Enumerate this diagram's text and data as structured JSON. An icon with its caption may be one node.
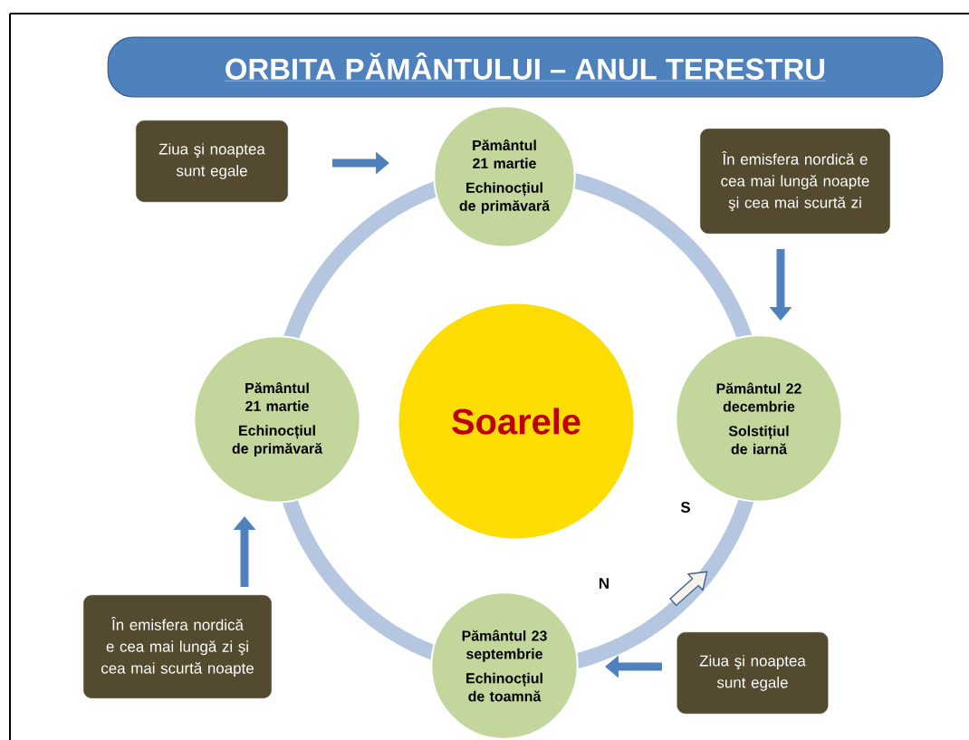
{
  "diagram": {
    "title": "ORBITA PĂMÂNTULUI – ANUL TERESTRU",
    "nodes": [
      {
        "text": [
          "Soarele"
        ]
      },
      {
        "text": [
          "Pământul 21 martie",
          "Echinocțiul de primăvară"
        ]
      },
      {
        "text": [
          "Pământul 22 decembrie",
          "Solstițiul de iarnă"
        ]
      },
      {
        "text": [
          "Pământul 23 septembrie",
          "Echinocțiul de toamnă"
        ]
      },
      {
        "text": [
          "Pământul 21 martie",
          "Echinocțiul de primăvară"
        ]
      },
      {
        "text": [
          "Ziua şi noaptea sunt egale"
        ]
      },
      {
        "text": [
          "În emisfera nordică e cea mai lungă noapte şi cea mai scurtă zi"
        ]
      },
      {
        "text": [
          "Ziua şi noaptea sunt egale"
        ]
      },
      {
        "text": [
          "În emisfera nordică e cea mai lungă zi şi cea mai scurtă noapte"
        ]
      }
    ],
    "edges": [
      {
        "from": 5,
        "to": 1,
        "arrow": "to"
      },
      {
        "from": 6,
        "to": 2,
        "arrow": "to"
      },
      {
        "from": 7,
        "to": 3,
        "arrow": "to"
      },
      {
        "from": 8,
        "to": 4,
        "arrow": "to"
      }
    ],
    "labels": [
      "S",
      "N"
    ]
  }
}
